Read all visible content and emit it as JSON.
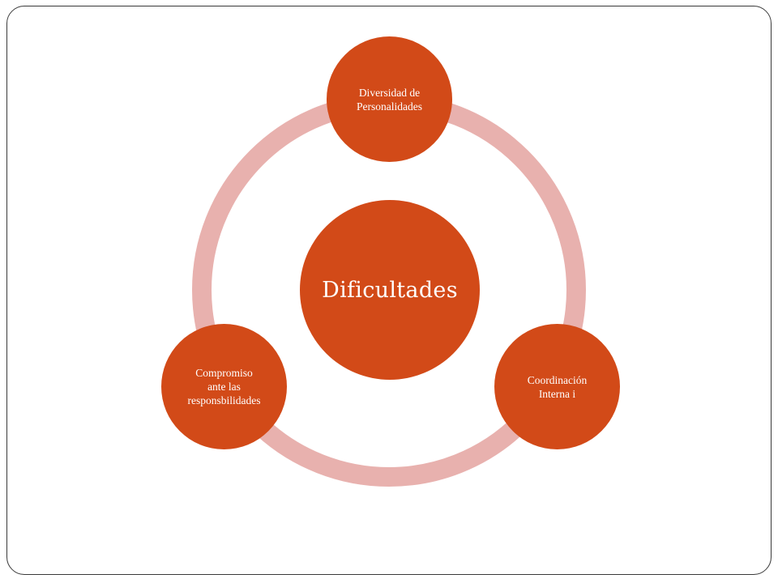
{
  "diagram": {
    "center_label": "Dificultades",
    "nodes": [
      {
        "label": "Diversidad de\nPersonalidades"
      },
      {
        "label": "Coordinación\nInterna i"
      },
      {
        "label": "Compromiso\nante las\nresponsbilidades"
      }
    ]
  },
  "colors": {
    "node_fill": "#d24a18",
    "ring": "#e8b1ae",
    "text": "#ffffff",
    "frame_border": "#3a3a3a"
  }
}
